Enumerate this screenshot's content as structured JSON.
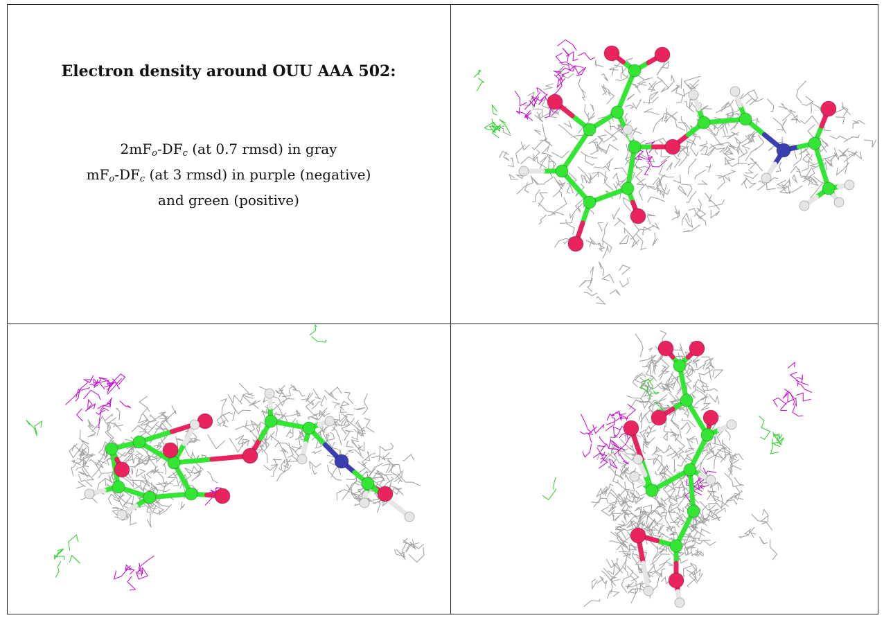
{
  "caption": {
    "title": "Electron density around OUU AAA 502:",
    "line1": {
      "pre": "2mF",
      "sub1": "o",
      "mid": "-DF",
      "sub2": "c",
      "post": " (at 0.7 rmsd) in gray"
    },
    "line2": {
      "pre": "mF",
      "sub1": "o",
      "mid": "-DF",
      "sub2": "c",
      "post": " (at 3 rmsd) in purple (negative)"
    },
    "line3": "and green (positive)"
  },
  "colors": {
    "map_2fofc": "#9a9a9a",
    "map_negative": "#c000c8",
    "map_positive": "#22cc22",
    "carbon": "#33e633",
    "oxygen": "#e8235e",
    "nitrogen": "#3a3fb0",
    "hydrogen": "#e6e6e6"
  },
  "panels": [
    {
      "view": "top-right"
    },
    {
      "view": "bottom-left"
    },
    {
      "view": "bottom-right"
    }
  ]
}
